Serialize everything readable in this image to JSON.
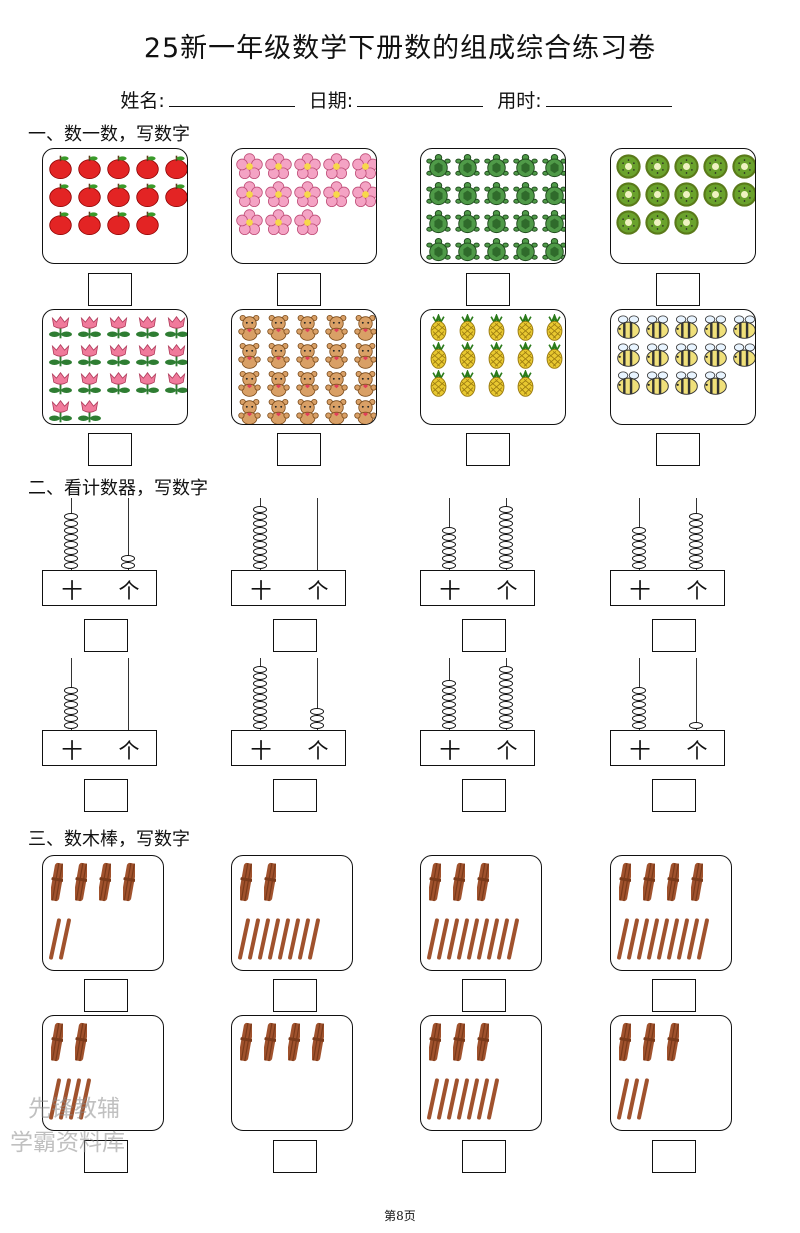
{
  "title": "25新一年级数学下册数的组成综合练习卷",
  "info": {
    "name_label": "姓名:",
    "date_label": "日期:",
    "time_label": "用时:"
  },
  "section1": {
    "heading": "一、数一数，写数字",
    "items": [
      {
        "object": "apple",
        "count": 14,
        "color": "#e32424"
      },
      {
        "object": "flower",
        "count": 13,
        "color": "#f4a3c4"
      },
      {
        "object": "turtle",
        "count": 21,
        "color": "#4f9a48"
      },
      {
        "object": "kiwi",
        "count": 13,
        "color": "#6aa22c"
      },
      {
        "object": "tulip",
        "count": 17,
        "color": "#f07a9b"
      },
      {
        "object": "bear",
        "count": 21,
        "color": "#d9a066"
      },
      {
        "object": "pineapple",
        "count": 14,
        "color": "#e8c830"
      },
      {
        "object": "bee",
        "count": 14,
        "color": "#f0e07a"
      }
    ]
  },
  "section2": {
    "heading": "二、看计数器，写数字",
    "tens_label": "十",
    "ones_label": "个",
    "items": [
      {
        "tens": 8,
        "ones": 2
      },
      {
        "tens": 9,
        "ones": 0
      },
      {
        "tens": 6,
        "ones": 9
      },
      {
        "tens": 6,
        "ones": 8
      },
      {
        "tens": 6,
        "ones": 0
      },
      {
        "tens": 9,
        "ones": 3
      },
      {
        "tens": 7,
        "ones": 9
      },
      {
        "tens": 6,
        "ones": 1
      }
    ]
  },
  "section3": {
    "heading": "三、数木棒，写数字",
    "items": [
      {
        "bundles": 4,
        "singles": 2
      },
      {
        "bundles": 2,
        "singles": 8
      },
      {
        "bundles": 3,
        "singles": 9
      },
      {
        "bundles": 4,
        "singles": 9
      },
      {
        "bundles": 2,
        "singles": 4
      },
      {
        "bundles": 4,
        "singles": 0
      },
      {
        "bundles": 3,
        "singles": 7
      },
      {
        "bundles": 3,
        "singles": 3
      }
    ]
  },
  "watermark": {
    "line1": "先锋教辅",
    "line2": "学霸资料库"
  },
  "footer": "第8页"
}
